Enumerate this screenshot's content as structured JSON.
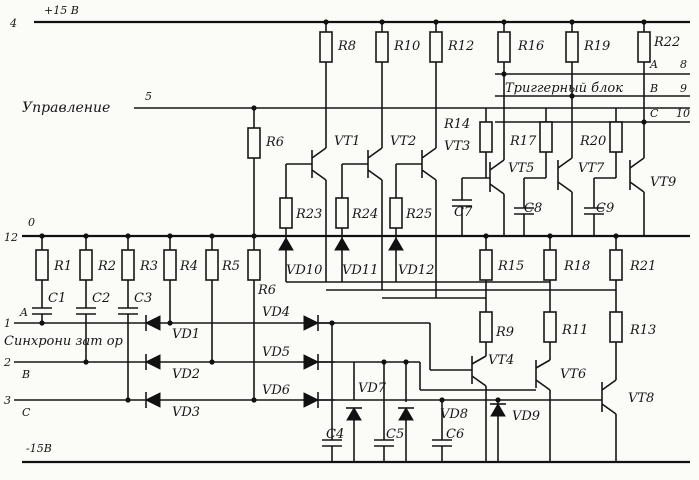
{
  "rails": [
    {
      "pin": "4",
      "name": "+15 В"
    },
    {
      "pin": "12",
      "name": "0"
    },
    {
      "pin": "",
      "name": "-15В"
    }
  ],
  "control": {
    "label": "Управление",
    "pin": "5"
  },
  "trigger_block": {
    "label": "Триггерный блок",
    "outputs": [
      {
        "name": "A",
        "pin": "8"
      },
      {
        "name": "B",
        "pin": "9"
      },
      {
        "name": "C",
        "pin": "10"
      }
    ]
  },
  "sync_inputs": {
    "label": "Синхрони зат ор",
    "inputs": [
      {
        "pin": "1",
        "name": "A"
      },
      {
        "pin": "2",
        "name": "B"
      },
      {
        "pin": "3",
        "name": "C"
      }
    ]
  },
  "components": {
    "resistors": [
      "R1",
      "R2",
      "R3",
      "R4",
      "R5",
      "R6",
      "R8",
      "R10",
      "R12",
      "R14",
      "R15",
      "R16",
      "R17",
      "R18",
      "R19",
      "R20",
      "R21",
      "R22",
      "R23",
      "R24",
      "R25",
      "R9",
      "R11",
      "R13"
    ],
    "capacitors": [
      "C1",
      "C2",
      "C3",
      "C4",
      "C5",
      "C6",
      "C7",
      "C8",
      "C9"
    ],
    "diodes": [
      "VD1",
      "VD2",
      "VD3",
      "VD4",
      "VD5",
      "VD6",
      "VD7",
      "VD8",
      "VD9",
      "VD10",
      "VD11",
      "VD12"
    ],
    "transistors": [
      "VT1",
      "VT2",
      "VT3",
      "VT4",
      "VT5",
      "VT6",
      "VT7",
      "VT8",
      "VT9"
    ]
  },
  "colors": {
    "ink": "#161616",
    "paper": "#fbfbf8"
  }
}
